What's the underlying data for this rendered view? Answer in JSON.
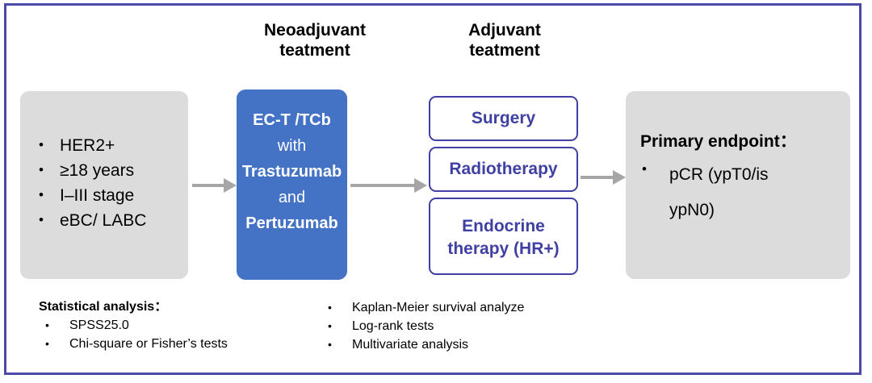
{
  "figure": {
    "type": "study-flow-diagram",
    "frame_color": "#4a4aa8",
    "accent_blue": "#4472c4",
    "box_gray": "#dcdcdc",
    "border_blue": "#3f3fa4",
    "arrow_gray": "#a6a6a6"
  },
  "headers": {
    "neoadjuvant": "Neoadjuvant\nteatment",
    "neoadjuvant_line1": "Neoadjuvant",
    "neoadjuvant_line2": "teatment",
    "adjuvant_line1": "Adjuvant",
    "adjuvant_line2": "teatment"
  },
  "eligibility": {
    "items": [
      "HER2+",
      "≥18 years",
      "I–III stage",
      " eBC/ LABC"
    ]
  },
  "neoadjuvant_treatment": {
    "lines": [
      {
        "text": "EC-T /TCb",
        "bold": true
      },
      {
        "text": "with",
        "bold": false
      },
      {
        "text": "Trastuzumab",
        "bold": true
      },
      {
        "text": "and",
        "bold": false
      },
      {
        "text": "Pertuzumab",
        "bold": true
      }
    ]
  },
  "adjuvant_treatment": {
    "boxes": [
      {
        "label": "Surgery"
      },
      {
        "label": "Radiotherapy"
      },
      {
        "label": "Endocrine\ntherapy (HR+)",
        "line1": "Endocrine",
        "line2": "therapy (HR+)"
      }
    ]
  },
  "endpoint": {
    "title": "Primary endpoint：",
    "bullet_line1": "pCR (ypT0/is",
    "bullet_line2": "ypN0)"
  },
  "statistics": {
    "title": "Statistical analysis：",
    "left_items": [
      "SPSS25.0",
      "Chi-square or Fisher’s tests"
    ],
    "right_items": [
      "Kaplan-Meier survival analyze",
      "Log-rank tests",
      "Multivariate analysis"
    ]
  }
}
